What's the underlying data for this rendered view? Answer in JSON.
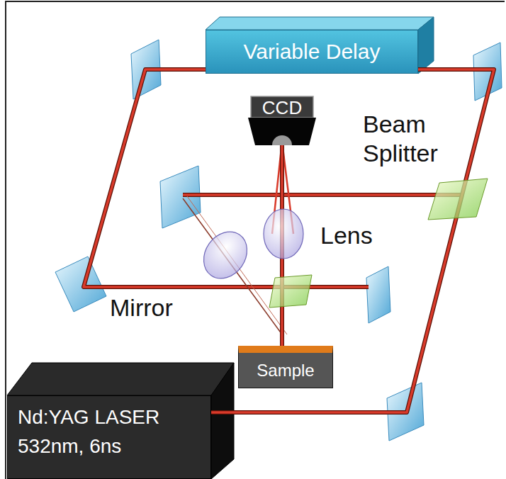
{
  "diagram": {
    "nodes": [
      {
        "text": [
          "Variable Delay"
        ]
      },
      {
        "text": [
          "CCD"
        ]
      },
      {
        "text": [
          "Sample"
        ]
      },
      {
        "text": [
          "Nd:YAG LASER",
          "532nm, 6ns"
        ]
      }
    ],
    "edges": [
      {
        "from": 3,
        "to": 0,
        "arrow": "none"
      },
      {
        "from": 2,
        "to": 1,
        "arrow": "none"
      }
    ],
    "labels": [
      "Beam Splitter",
      "Lens",
      "Mirror"
    ]
  }
}
